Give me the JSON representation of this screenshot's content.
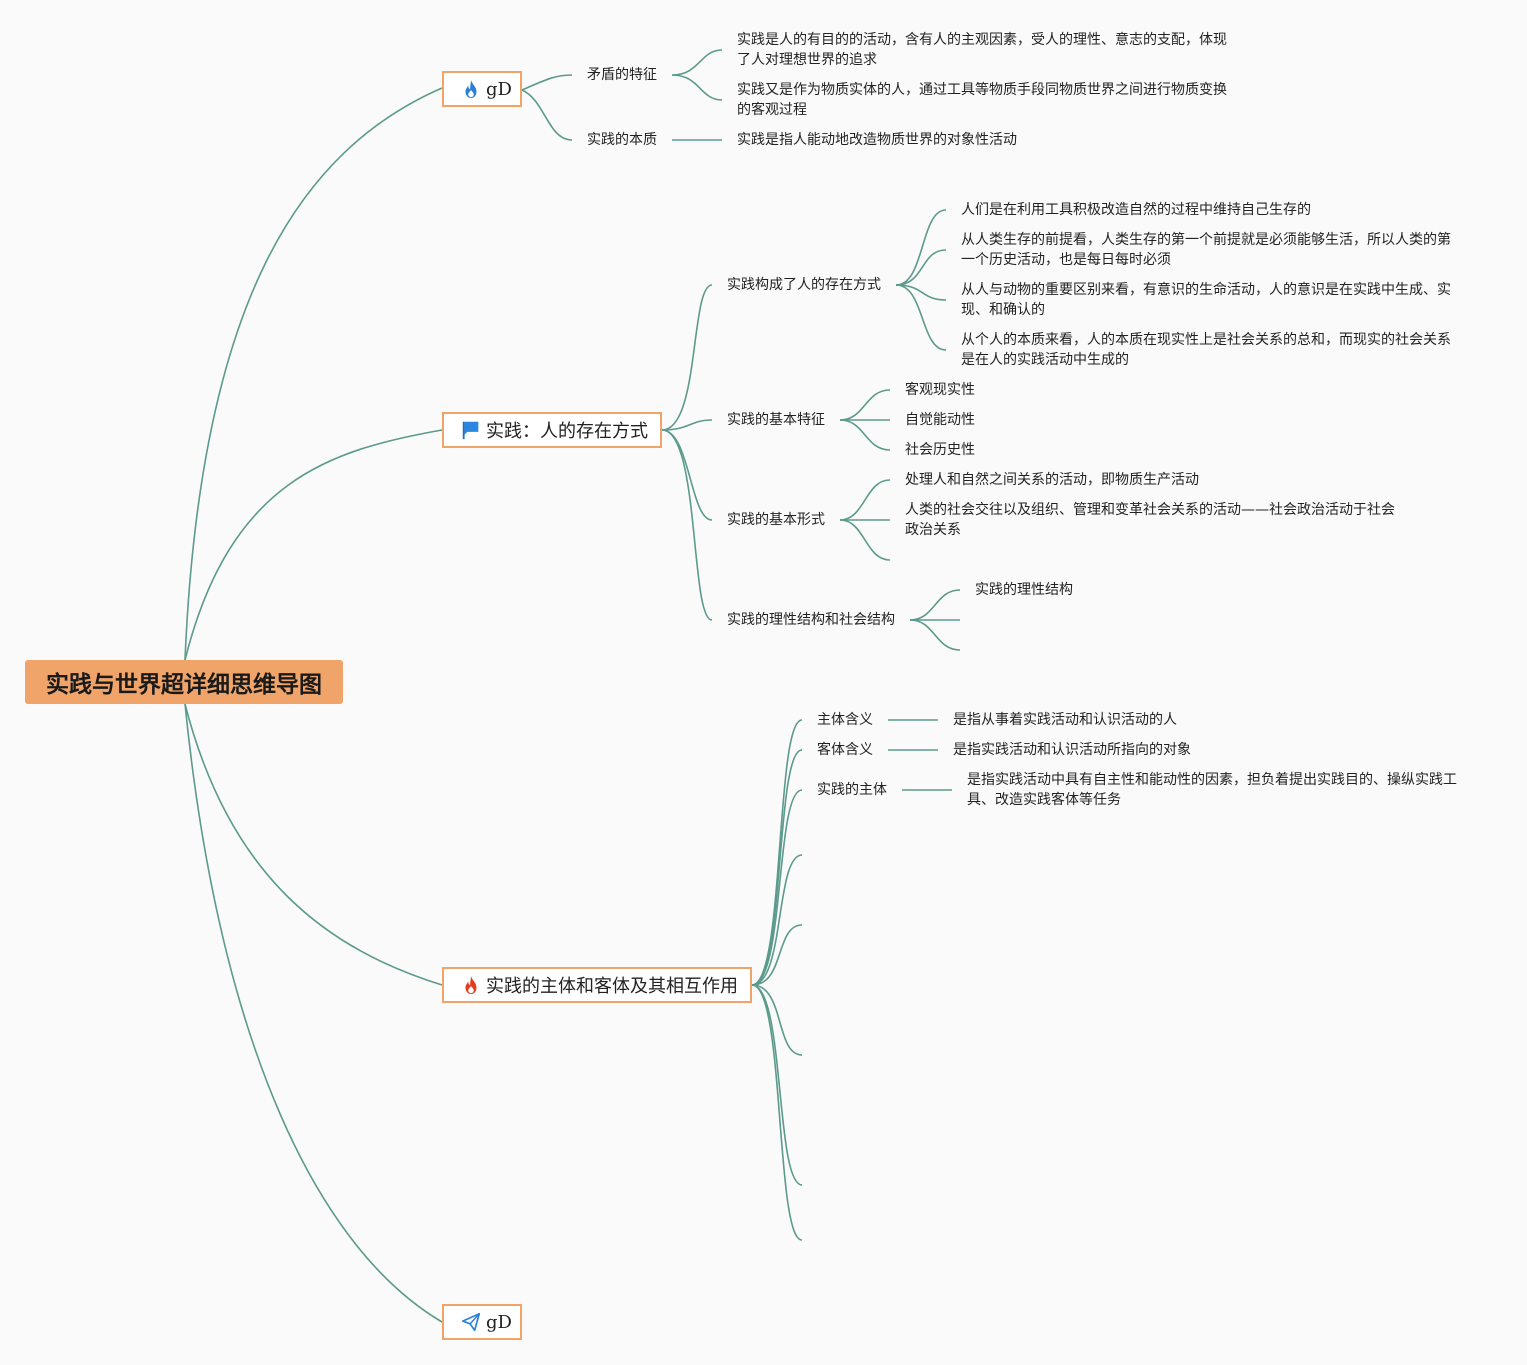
{
  "root": {
    "title": "实践与世界超详细思维导图"
  },
  "branches": [
    {
      "label": "gD",
      "icon": "fire-blue-icon",
      "children": [
        {
          "label": "矛盾的特征",
          "children": [
            "实践是人的有目的的活动，含有人的主观因素，受人的理性、意志的支配，体现了人对理想世界的追求",
            "实践又是作为物质实体的人，通过工具等物质手段同物质世界之间进行物质变换的客观过程"
          ]
        },
        {
          "label": "实践的本质",
          "children": [
            "实践是指人能动地改造物质世界的对象性活动"
          ]
        }
      ]
    },
    {
      "label": "实践：人的存在方式",
      "icon": "flag-icon",
      "children": [
        {
          "label": "实践构成了人的存在方式",
          "children": [
            "人们是在利用工具积极改造自然的过程中维持自己生存的",
            "从人类生存的前提看，人类生存的第一个前提就是必须能够生活，所以人类的第一个历史活动，也是每日每时必须",
            "从人与动物的重要区别来看，有意识的生命活动，人的意识是在实践中生成、实现、和确认的",
            "从个人的本质来看，人的本质在现实性上是社会关系的总和，而现实的社会关系是在人的实践活动中生成的"
          ]
        },
        {
          "label": "实践的基本特征",
          "children": [
            "客观现实性",
            "自觉能动性",
            "社会历史性"
          ]
        },
        {
          "label": "实践的基本形式",
          "children": [
            "处理人和自然之间关系的活动，即物质生产活动",
            "人类的社会交往以及组织、管理和变革社会关系的活动——社会政治活动于社会政治关系",
            ""
          ]
        },
        {
          "label": "实践的理性结构和社会结构",
          "children": [
            "实践的理性结构",
            "",
            ""
          ]
        }
      ]
    },
    {
      "label": "实践的主体和客体及其相互作用",
      "icon": "fire-red-icon",
      "children": [
        {
          "label": "主体含义",
          "children": [
            "是指从事着实践活动和认识活动的人"
          ]
        },
        {
          "label": "客体含义",
          "children": [
            "是指实践活动和认识活动所指向的对象"
          ]
        },
        {
          "label": "实践的主体",
          "children": [
            "是指实践活动中具有自主性和能动性的因素，担负着提出实践目的、操纵实践工具、改造实践客体等任务"
          ]
        },
        {
          "label": "",
          "children": []
        },
        {
          "label": "",
          "children": []
        },
        {
          "label": "",
          "children": []
        },
        {
          "label": "",
          "children": []
        },
        {
          "label": "",
          "children": []
        }
      ]
    },
    {
      "label": "gD",
      "icon": "paper-plane-icon",
      "children": []
    }
  ],
  "colors": {
    "connector": "#5b9a8c",
    "root_fill": "#f0a46a",
    "branch_border": "#f0a46a"
  }
}
